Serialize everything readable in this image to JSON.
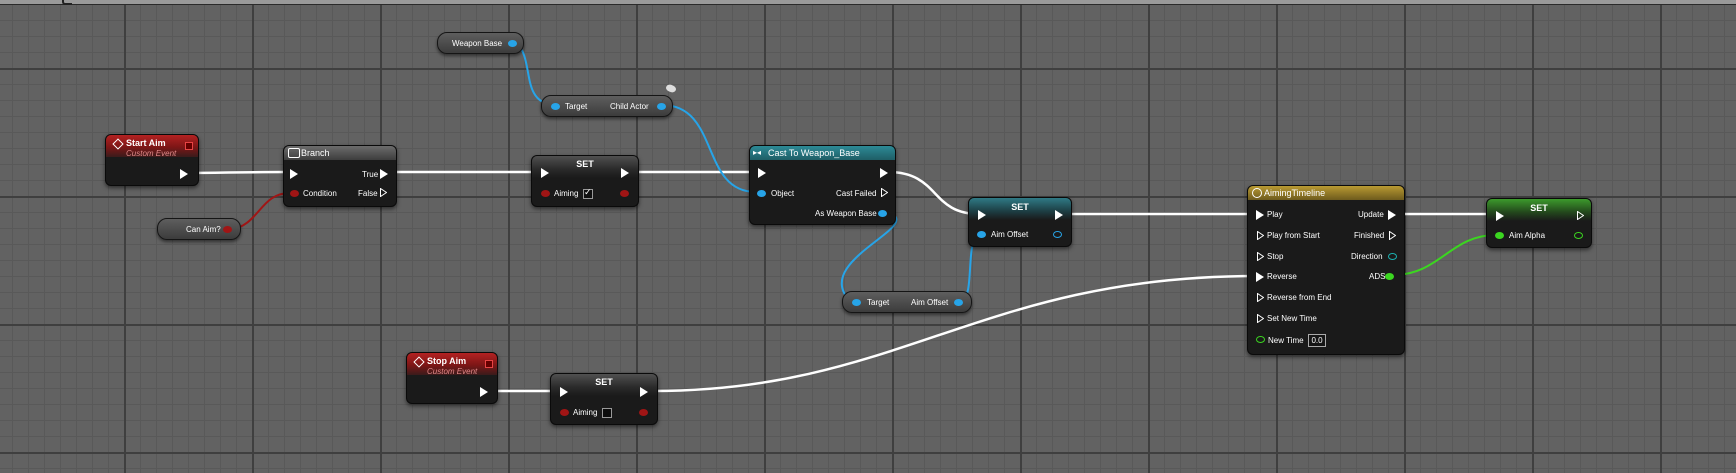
{
  "nodes": {
    "start_aim": {
      "title": "Start Aim",
      "subtitle": "Custom Event"
    },
    "stop_aim": {
      "title": "Stop Aim",
      "subtitle": "Custom Event"
    },
    "can_aim": {
      "label": "Can Aim?"
    },
    "weapon_base": {
      "label": "Weapon Base"
    },
    "child_actor": {
      "target": "Target",
      "output": "Child Actor"
    },
    "branch": {
      "title": "Branch",
      "condition": "Condition",
      "true": "True",
      "false": "False"
    },
    "set_aiming_true": {
      "title": "SET",
      "var": "Aiming",
      "checked": true
    },
    "set_aiming_false": {
      "title": "SET",
      "var": "Aiming",
      "checked": false
    },
    "cast": {
      "title": "Cast To Weapon_Base",
      "object": "Object",
      "failed": "Cast Failed",
      "as": "As Weapon Base"
    },
    "set_aim_offset": {
      "title": "SET",
      "var": "Aim Offset"
    },
    "get_aim_offset": {
      "target": "Target",
      "output": "Aim Offset"
    },
    "timeline": {
      "title": "AimingTimeline",
      "inputs": [
        "Play",
        "Play from Start",
        "Stop",
        "Reverse",
        "Reverse from End",
        "Set New Time",
        "New Time"
      ],
      "outputs": [
        "Update",
        "Finished",
        "Direction",
        "ADS"
      ],
      "new_time_value": "0.0"
    },
    "set_aim_alpha": {
      "title": "SET",
      "var": "Aim Alpha"
    }
  },
  "colors": {
    "exec": "#ffffff",
    "bool": "#a01515",
    "object": "#27a4e8",
    "float": "#3bd620",
    "struct": "#1bb2b2",
    "event_header": "#b42222",
    "cast_header": "#2c8a96",
    "timeline_header": "#b99a32"
  }
}
